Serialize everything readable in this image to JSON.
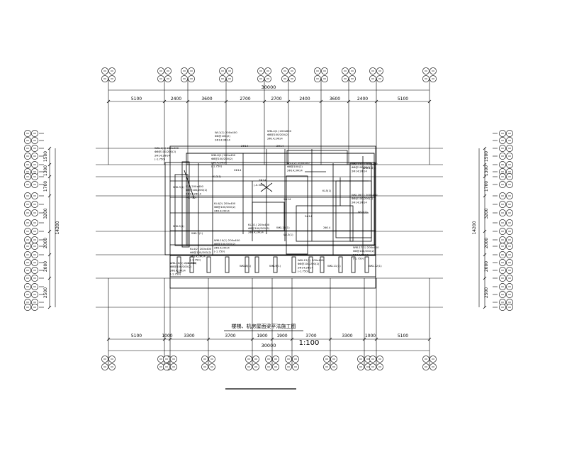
{
  "drawing": {
    "title": "楼梯、机房屋面梁平法施工图",
    "scale": "1:100"
  },
  "top_dims": {
    "total": "30000",
    "segments": [
      "5100",
      "2400",
      "3600",
      "2700",
      "2700",
      "2400",
      "3600",
      "2400",
      "5100"
    ]
  },
  "bottom_dims": {
    "total": "30000",
    "segments": [
      "5100",
      "1000",
      "3300",
      "3700",
      "1900",
      "1900",
      "3700",
      "3300",
      "1000",
      "5100"
    ]
  },
  "left_dims": {
    "segments": [
      "1500",
      "1300",
      "1700",
      "3200",
      "2000",
      "2000",
      "2500"
    ],
    "total": "14200"
  },
  "right_dims": {
    "segments": [
      "1500",
      "1300",
      "1700",
      "3200",
      "2000",
      "2000",
      "2500"
    ],
    "total": "14200"
  },
  "beam_labels": [
    {
      "id": "b1",
      "lines": [
        "WKL1(1) 200x400",
        "Φ8@100/200(2)",
        "2Φ14;2Φ14",
        "(-1.750)"
      ]
    },
    {
      "id": "b2",
      "lines": [
        "WL1(1) 200x400",
        "Φ8@100(2)",
        "2Φ14;3Φ14"
      ]
    },
    {
      "id": "b3",
      "lines": [
        "WKL4(1) 200x650",
        "Φ8@100/200(2)",
        "2Φ14;2Φ14"
      ]
    },
    {
      "id": "b4",
      "lines": [
        "WL1(2) 200x400",
        "Φ8@100(2)",
        "2Φ14;3Φ14"
      ]
    },
    {
      "id": "b5",
      "lines": [
        "WKL6(1) 200x400",
        "Φ8@100/200(2)",
        "2Φ14;2Φ14",
        "(-1.750)"
      ]
    },
    {
      "id": "b6",
      "lines": [
        "KL2 200x400",
        "Φ8@100/200(2)",
        "2Φ14;2Φ14",
        "(-1.750)"
      ]
    },
    {
      "id": "b7",
      "lines": [
        "KL4(2) 200x400",
        "Φ8@100/200(2)",
        "2Φ14;2Φ14"
      ]
    },
    {
      "id": "b8",
      "lines": [
        "KL2(1) 200x400",
        "Φ8@100/200(2)",
        "2Φ14;2Φ14"
      ]
    },
    {
      "id": "b9",
      "lines": [
        "KL4(2) 200x400",
        "Φ8@100/200(2)",
        "2Φ14;2Φ14",
        "(-1.750)"
      ]
    },
    {
      "id": "b10",
      "lines": [
        "WKL10(1) 200x400",
        "Φ8@100/200(2)",
        "2Φ14;2Φ14",
        "(-1.750)"
      ]
    },
    {
      "id": "b11",
      "lines": [
        "WKL10(1) 200x400",
        "Φ8@100/200(2)",
        "2Φ14;2Φ14",
        "(-1.750)"
      ]
    },
    {
      "id": "b12",
      "lines": [
        "WKL13(1) 200x400",
        "Φ8@100/200(2)",
        "2Φ14;2Φ14",
        "(-1.750)"
      ]
    },
    {
      "id": "b13",
      "lines": [
        "WKL15(1) 200x400",
        "Φ8@100/200(2)",
        "2Φ14;2Φ14"
      ]
    },
    {
      "id": "b14",
      "lines": [
        "WKL16(1) 200x400",
        "Φ8@100/200(2)",
        "2Φ14;2Φ14"
      ]
    },
    {
      "id": "b15",
      "lines": [
        "WKL17(1) 200x400",
        "Φ8@100/200(2)",
        "2Φ14;2Φ14",
        "(-1.750)"
      ]
    }
  ],
  "small_labels": [
    "2Φ14",
    "2Φ14",
    "2Φ14",
    "2Φ14",
    "2Φ14",
    "2Φ14",
    "2Φ14",
    "(-0.300)",
    "(-1.750)",
    "WKL3(1)",
    "WKL5(1)",
    "WKL7(1)",
    "WKL8(1)",
    "WKL9(1)",
    "WKL11(1)",
    "WKL12(1)",
    "WKL14(1)",
    "WKL18(1)",
    "WL2(1)",
    "WL3(1)",
    "KL3(1)",
    "KL5(1)"
  ]
}
